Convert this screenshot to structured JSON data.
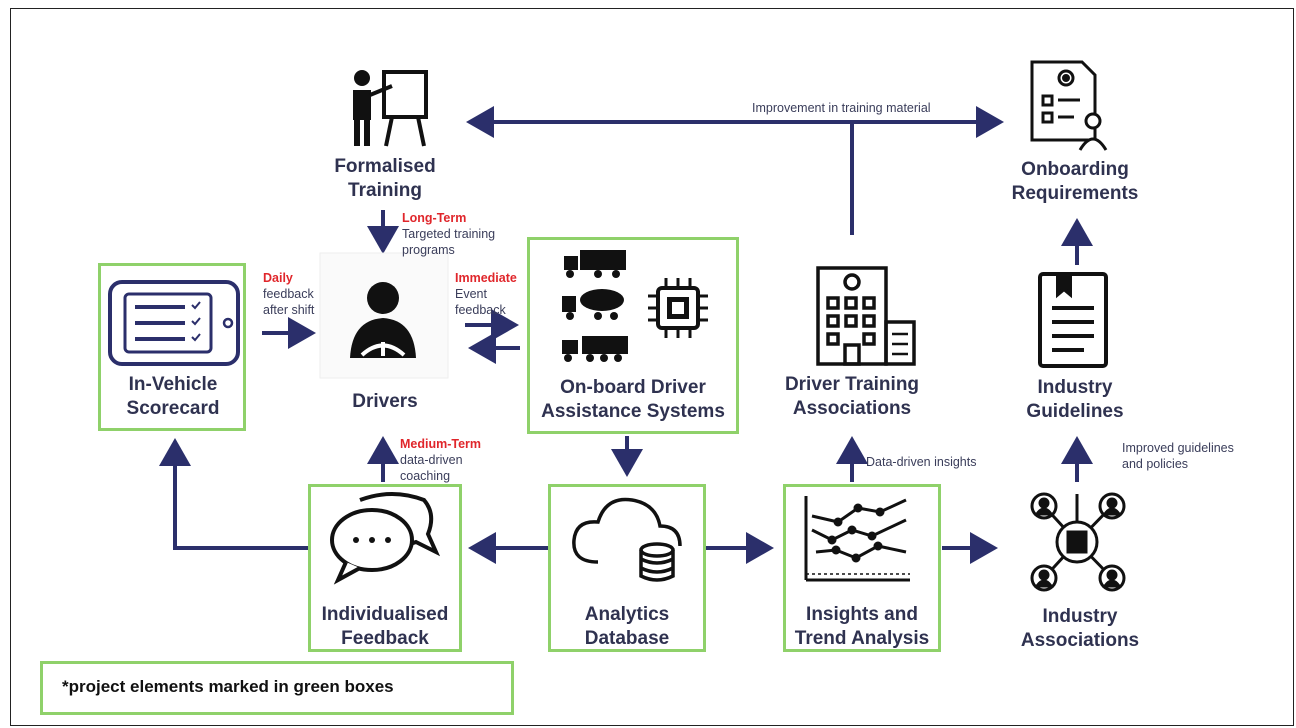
{
  "nodes": {
    "formalised_training": "Formalised\nTraining",
    "onboarding_requirements": "Onboarding\nRequirements",
    "in_vehicle_scorecard": "In-Vehicle\nScorecard",
    "drivers": "Drivers",
    "onboard_systems": "On-board Driver\nAssistance Systems",
    "driver_training_associations": "Driver Training\nAssociations",
    "industry_guidelines": "Industry\nGuidelines",
    "individualised_feedback": "Individualised\nFeedback",
    "analytics_database": "Analytics\nDatabase",
    "insights_trend": "Insights and\nTrend Analysis",
    "industry_associations": "Industry\nAssociations"
  },
  "edge_labels": {
    "improvement_training_material": "Improvement in training material",
    "long_term_title": "Long-Term",
    "long_term_text": "Targeted training\nprograms",
    "daily_title": "Daily",
    "daily_text": "feedback\nafter shift",
    "immediate_title": "Immediate",
    "immediate_text": "Event\nfeedback",
    "medium_term_title": "Medium-Term",
    "medium_term_text": "data-driven\ncoaching",
    "data_driven_insights": "Data-driven insights",
    "improved_guidelines": "Improved guidelines\nand policies"
  },
  "legend": "*project elements marked in green boxes",
  "colors": {
    "arrow": "#2b2f6b",
    "green_box": "#8fd16a",
    "red_label": "#e0262b",
    "text": "#2f3250"
  }
}
